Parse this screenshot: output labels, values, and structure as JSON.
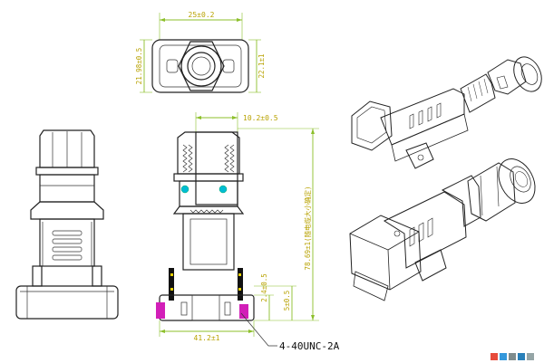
{
  "dimensions": {
    "top_width": "25±0.2",
    "top_left_height": "21.98±0.5",
    "top_right_height": "22.1±1",
    "section_top_width": "10.2±0.5",
    "overall_length": "78.69±1(随电缆大小确定)",
    "small_height_a": "2.4±0.5",
    "small_height_b": "5±0.5",
    "bottom_width": "41.2±1"
  },
  "callout": {
    "thread": "4-40UNC-2A"
  },
  "colors": {
    "dimension_text": "#b8a200",
    "dimension_line": "#8cbf2a",
    "seal": "#00bcd4",
    "latch": "#d21fb8"
  }
}
